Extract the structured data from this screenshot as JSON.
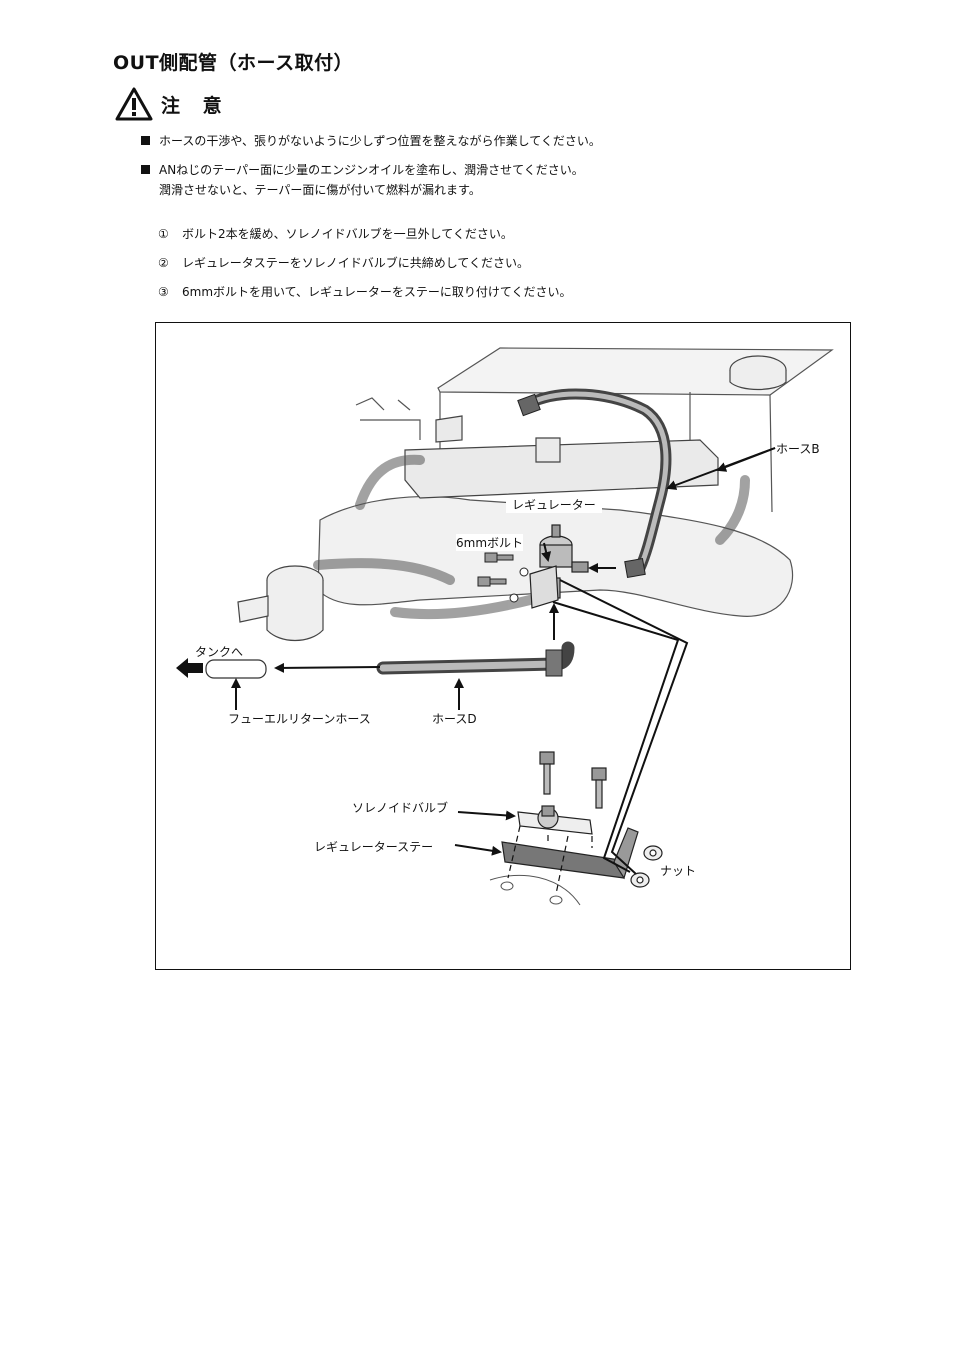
{
  "title": "OUT側配管（ホース取付）",
  "caution": {
    "icon": "warning-triangle-icon",
    "label": "注 意"
  },
  "notes": [
    {
      "lines": [
        "ホースの干渉や、張りがないように少しずつ位置を整えながら作業してください。"
      ]
    },
    {
      "lines": [
        "ANねじのテーパー面に少量のエンジンオイルを塗布し、潤滑させてください。",
        "潤滑させないと、テーパー面に傷が付いて燃料が漏れます。"
      ]
    }
  ],
  "steps": [
    {
      "num": "①",
      "text": "ボルト2本を緩め、ソレノイドバルブを一旦外してください。"
    },
    {
      "num": "②",
      "text": "レギュレータステーをソレノイドバルブに共締めしてください。"
    },
    {
      "num": "③",
      "text": "6mmボルトを用いて、レギュレーターをステーに取り付けてください。"
    }
  ],
  "diagram_labels": {
    "hose_b": "ホースB",
    "regulator": "レギュレーター",
    "bolt_6mm": "6mmボルト",
    "to_tank": "タンクへ",
    "fuel_return_hose": "フューエルリターンホース",
    "hose_d": "ホースD",
    "solenoid_valve": "ソレノイドバルブ",
    "regulator_stay": "レギュレーターステー",
    "nut": "ナット"
  }
}
